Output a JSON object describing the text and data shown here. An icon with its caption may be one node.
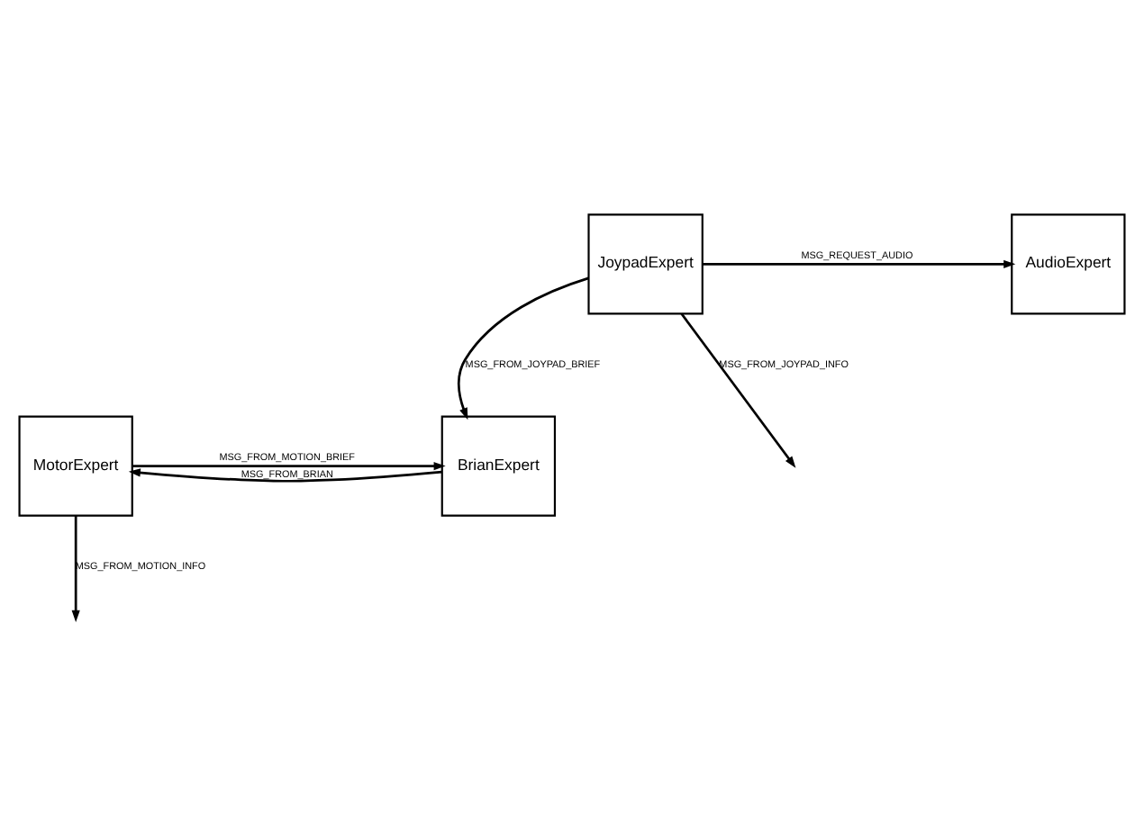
{
  "diagram": {
    "nodes": [
      {
        "text": [
          "MotorExpert"
        ]
      },
      {
        "text": [
          "BrianExpert"
        ]
      },
      {
        "text": [
          "AudioExpert"
        ]
      },
      {
        "text": [
          "JoypadExpert"
        ]
      }
    ],
    "edges": [
      {
        "from": 0,
        "to": 1,
        "arrow": "to",
        "label": "MSG_FROM_MOTION_BRIEF"
      },
      {
        "from": 1,
        "to": 0,
        "arrow": "to",
        "label": "MSG_FROM_BRIAN"
      },
      {
        "from": 0,
        "to": null,
        "arrow": "to",
        "label": "MSG_FROM_MOTION_INFO"
      },
      {
        "from": 3,
        "to": 1,
        "arrow": "to",
        "label": "MSG_FROM_JOYPAD_BRIEF"
      },
      {
        "from": 3,
        "to": null,
        "arrow": "to",
        "label": "MSG_FROM_JOYPAD_INFO"
      },
      {
        "from": 3,
        "to": 2,
        "arrow": "to",
        "label": "MSG_REQUEST_AUDIO"
      }
    ]
  }
}
